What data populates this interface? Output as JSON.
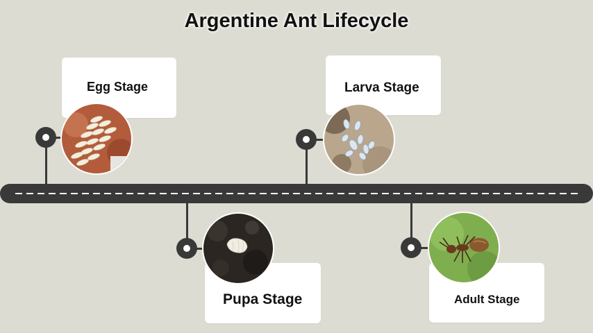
{
  "title": "Argentine Ant Lifecycle",
  "stages": [
    {
      "label": "Egg Stage",
      "image": "ant-eggs-photo"
    },
    {
      "label": "Larva Stage",
      "image": "ant-larvae-photo"
    },
    {
      "label": "Pupa Stage",
      "image": "ant-pupa-photo"
    },
    {
      "label": "Adult Stage",
      "image": "adult-ant-photo"
    }
  ],
  "colors": {
    "background": "#dddcd2",
    "timeline": "#393939",
    "card": "#ffffff",
    "dash": "#ffffff"
  }
}
